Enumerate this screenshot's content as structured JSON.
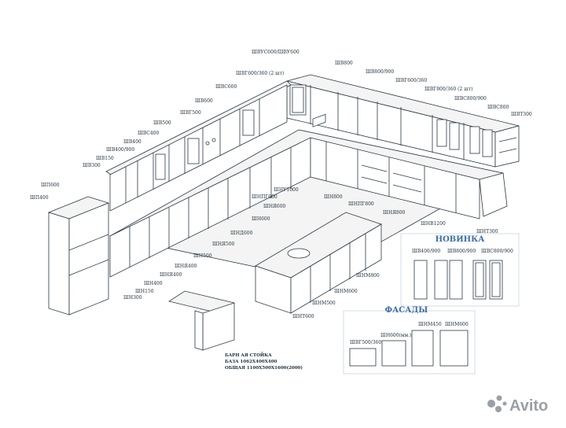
{
  "labels": {
    "shus": "ШВУС600/ШВУ600",
    "shv800": "ШВ800",
    "shv800_900": "ШВ800/900",
    "shvg600_360_2": "ШВГ600/360 (2 шт)",
    "shvg600_360": "ШВГ600/360",
    "shvg800_360_2": "ШВГ800/360 (2 шт)",
    "shvs800_900": "ШВС800/900",
    "shvs800": "ШВС800",
    "shvt300": "ШВТ300",
    "shvs600": "ШВС600",
    "shv600": "ШВ600",
    "shvg500": "ШВГ500",
    "shv500": "ШВ500",
    "shvs400": "ШВС400",
    "shv400": "ШВ400",
    "shv400_900": "ШВ400/900",
    "shv150": "ШВ150",
    "shv300": "ШВ300",
    "shp600": "ШП600",
    "shp400": "ШП400",
    "shnu1000": "ШНУ1000",
    "shnpg600": "ШНПГ600",
    "shn800": "ШН800",
    "shnpg800": "ШНПГ800",
    "shnya600": "ШНЯ600",
    "shnya800": "ШНЯ800",
    "shnyd600": "ШНД600",
    "shn600": "ШН600",
    "shnya500": "ШНЯ500",
    "shn500": "ШН500",
    "shnya400": "ШНЯ400",
    "shn400": "ШН400",
    "shn150": "ШН150",
    "shn300": "ШН300",
    "shnv1200": "ШНВ1200",
    "shnt300": "ШНТ300",
    "shnm800": "ШНМ800",
    "shnm600": "ШНМ600",
    "shnm500": "ШНМ500",
    "shnt600": "ШНТ600",
    "bar1": "БАРН         АЯ СТОЙКА",
    "bar2": "БАЗА 1062Х400Х400",
    "bar3": "ОБЩАЯ 1100Х500Х1600(2000)"
  },
  "novinka": {
    "title": "НОВИНКА",
    "items": [
      "ШВ400/900",
      "ШВ800/900",
      "ШВС800/900"
    ]
  },
  "fasady": {
    "title": "ФАСАДЫ",
    "items": [
      "ШВГ500/360",
      "ШН600(мм.)",
      "ШНМ450",
      "ШНМ600"
    ]
  },
  "watermark": "Avito",
  "colors": {
    "line": "#2b3a44",
    "accent": "#3f6fa8",
    "watermark": "#9aa0a6"
  }
}
